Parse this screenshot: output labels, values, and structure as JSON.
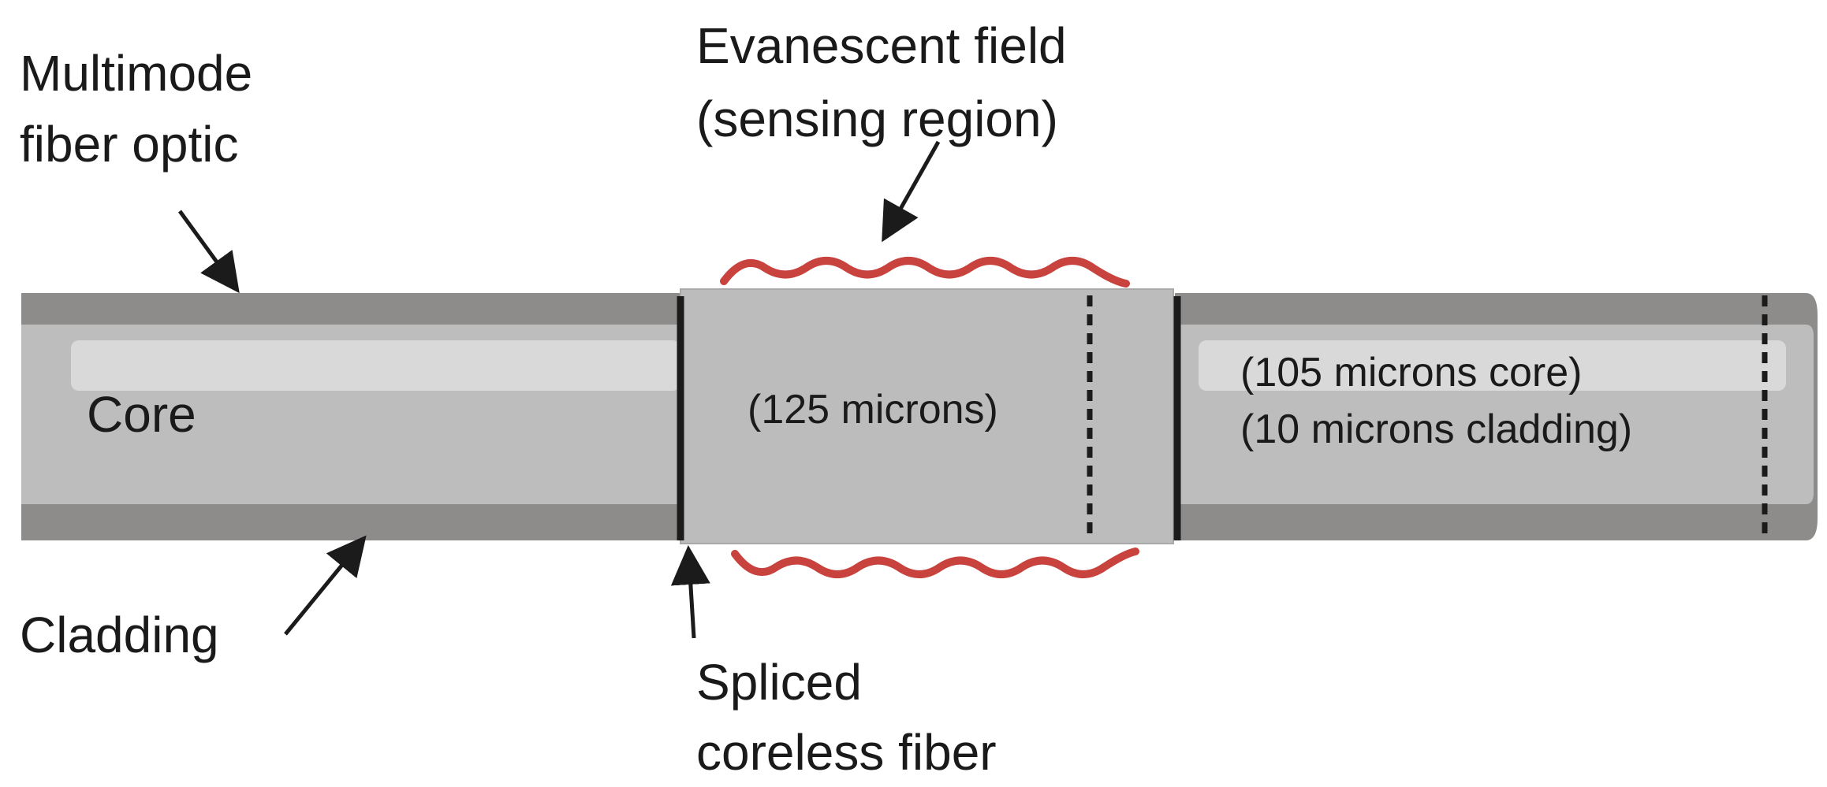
{
  "labels": {
    "multimode_line1": "Multimode",
    "multimode_line2": "fiber optic",
    "evanescent_line1": "Evanescent field",
    "evanescent_line2": "(sensing region)",
    "core": "Core",
    "cladding": "Cladding",
    "coreless_size": "(125 microns)",
    "right_line1": "(105 microns core)",
    "right_line2": "(10 microns cladding)",
    "spliced_line1": "Spliced",
    "spliced_line2": "coreless fiber"
  },
  "colors": {
    "cladding": "#8e8b8b",
    "core": "#bdbdbd",
    "core_highlight": "#d9d9d9",
    "coreless": "#bcbcbc",
    "splice_line": "#1b1b1b",
    "evanescent_wave": "#c8423e",
    "arrow": "#1b1b1b",
    "text": "#1a1a1a"
  }
}
